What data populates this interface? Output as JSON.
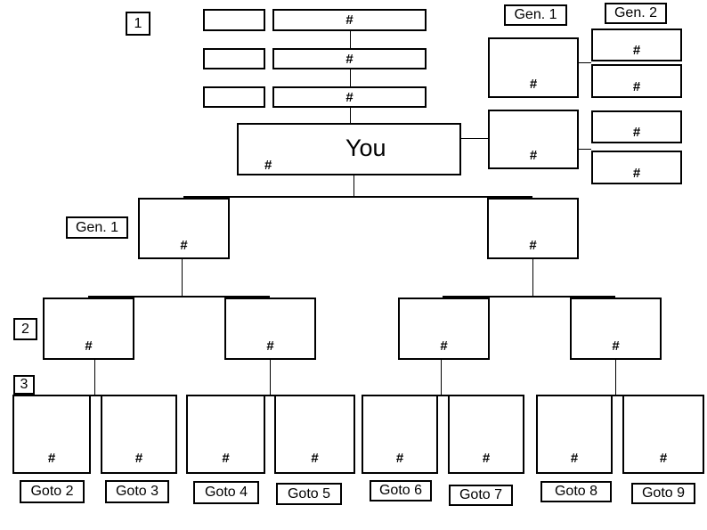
{
  "diagram": {
    "you_label": "You",
    "placeholder": "#",
    "step_labels": [
      "1",
      "2",
      "3"
    ],
    "generation_labels": {
      "top_right_gen1": "Gen. 1",
      "top_right_gen2": "Gen. 2",
      "left_gen1": "Gen. 1"
    },
    "goto_labels": [
      "Goto 2",
      "Goto 3",
      "Goto 4",
      "Goto 5",
      "Goto 6",
      "Goto 7",
      "Goto 8",
      "Goto 9"
    ]
  }
}
